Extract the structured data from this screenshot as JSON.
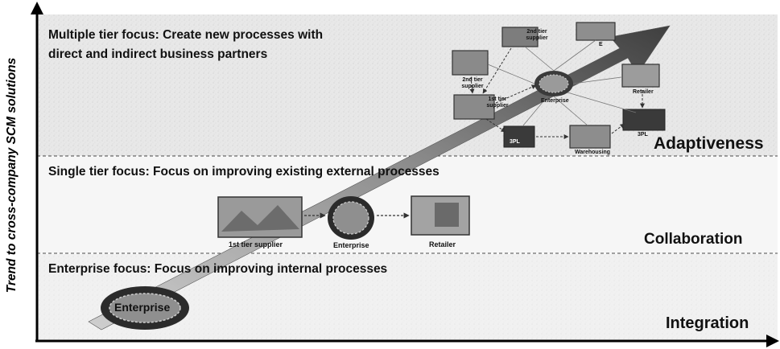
{
  "y_axis_label": "Trend to cross-company SCM solutions",
  "tiers": {
    "multiple": {
      "description_line1": "Multiple tier focus: Create new processes with",
      "description_line2": "direct and indirect business partners",
      "level": "Adaptiveness"
    },
    "single": {
      "description": "Single tier focus: Focus on improving existing external processes",
      "level": "Collaboration"
    },
    "enterprise": {
      "description": "Enterprise focus: Focus on improving internal processes",
      "level": "Integration"
    }
  },
  "nodes": {
    "integration_enterprise": "Enterprise",
    "collab_supplier": "1st tier supplier",
    "collab_enterprise": "Enterprise",
    "collab_retailer": "Retailer",
    "adapt_2nd_supplier_left": "2nd tier supplier",
    "adapt_2nd_supplier_top": "2nd tier supplier",
    "adapt_1st_supplier": "1st tier supplier",
    "adapt_enterprise": "Enterprise",
    "adapt_retailer": "Retailer",
    "adapt_3pl_left": "3PL",
    "adapt_warehousing": "Warehousing",
    "adapt_3pl_right": "3PL",
    "adapt_top_right": "E"
  },
  "colors": {
    "band_fill": "#d9d9d9",
    "arrow_fill": "#6e6e6e",
    "photo_fill": "#9a9a9a",
    "label_fill": "#f2f2f2"
  }
}
